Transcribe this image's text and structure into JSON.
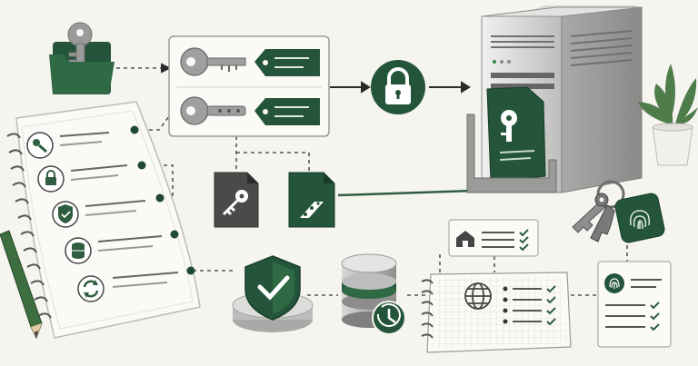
{
  "illustration": {
    "theme": "key management and secure backup",
    "colors": {
      "background": "#f6f4ef",
      "green": "#2f5d40",
      "dark_green": "#1f4a31",
      "grey": "#9a9a9a",
      "dark_grey": "#4a4a4a",
      "paper": "#fbfaf6",
      "check": "#2f5d40"
    },
    "elements": [
      {
        "name": "key-folder-icon"
      },
      {
        "name": "key-tag-panel",
        "rows": 2
      },
      {
        "name": "lock-icon"
      },
      {
        "name": "server-tower"
      },
      {
        "name": "key-document-in-server"
      },
      {
        "name": "plant-pot"
      },
      {
        "name": "notebook-list",
        "rows": [
          "key-icon",
          "lock-icon",
          "shield-icon",
          "database-icon",
          "sync-icon"
        ]
      },
      {
        "name": "pencil"
      },
      {
        "name": "key-file-card"
      },
      {
        "name": "hex-file-card"
      },
      {
        "name": "shield-check-platform"
      },
      {
        "name": "database-stack"
      },
      {
        "name": "home-checklist-card"
      },
      {
        "name": "globe-checklist-notebook"
      },
      {
        "name": "fingerprint-checklist-card"
      },
      {
        "name": "key-ring-with-fingerprint-tag"
      }
    ]
  }
}
